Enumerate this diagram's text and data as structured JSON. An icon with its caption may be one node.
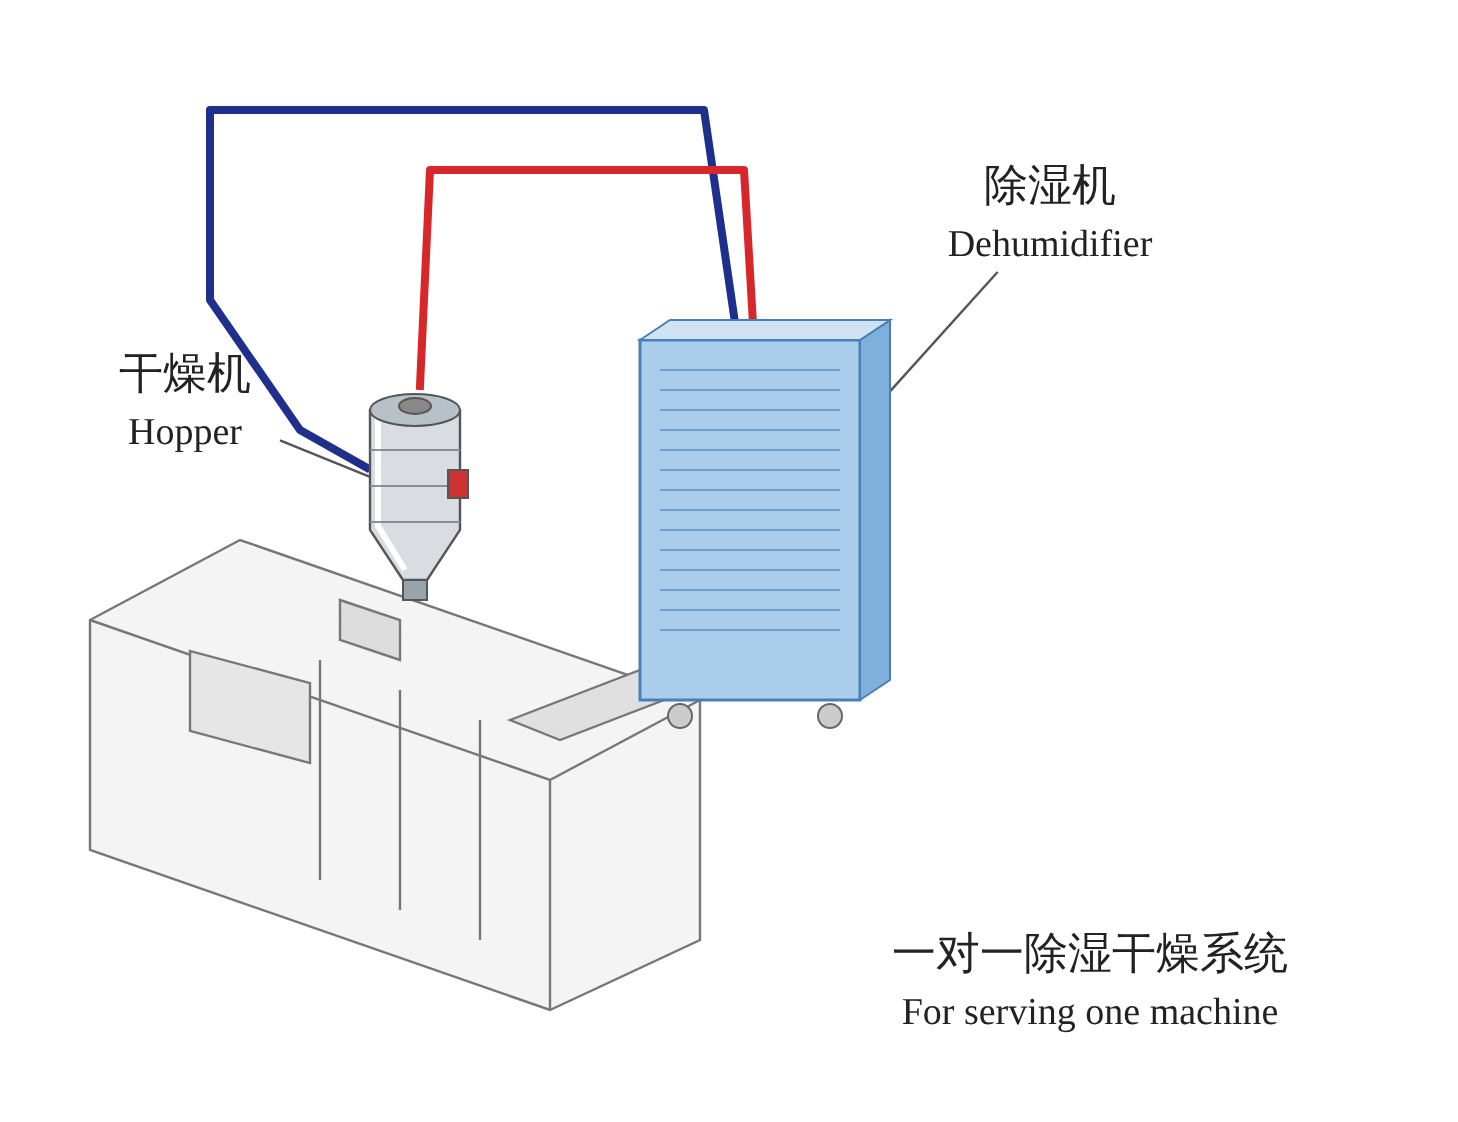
{
  "diagram": {
    "nodes": [
      {
        "text": [
          "除湿机",
          "Dehumidifier"
        ]
      },
      {
        "text": [],
        "shape": "picture"
      },
      {
        "text": [
          "干燥机",
          "Hopper"
        ]
      },
      {
        "text": [],
        "shape": "picture"
      }
    ],
    "edges": [
      {
        "from": 0,
        "to": 1,
        "arrow": "none"
      },
      {
        "from": 2,
        "to": 3,
        "arrow": "none"
      },
      {
        "from": 1,
        "to": 3,
        "arrow": "none",
        "style": "thick",
        "color": "#1f2f8c"
      },
      {
        "from": 1,
        "to": 3,
        "arrow": "none",
        "style": "thick",
        "color": "#d8272b"
      }
    ],
    "labels": [
      "一对一除湿干燥系统",
      "For serving one machine"
    ]
  }
}
